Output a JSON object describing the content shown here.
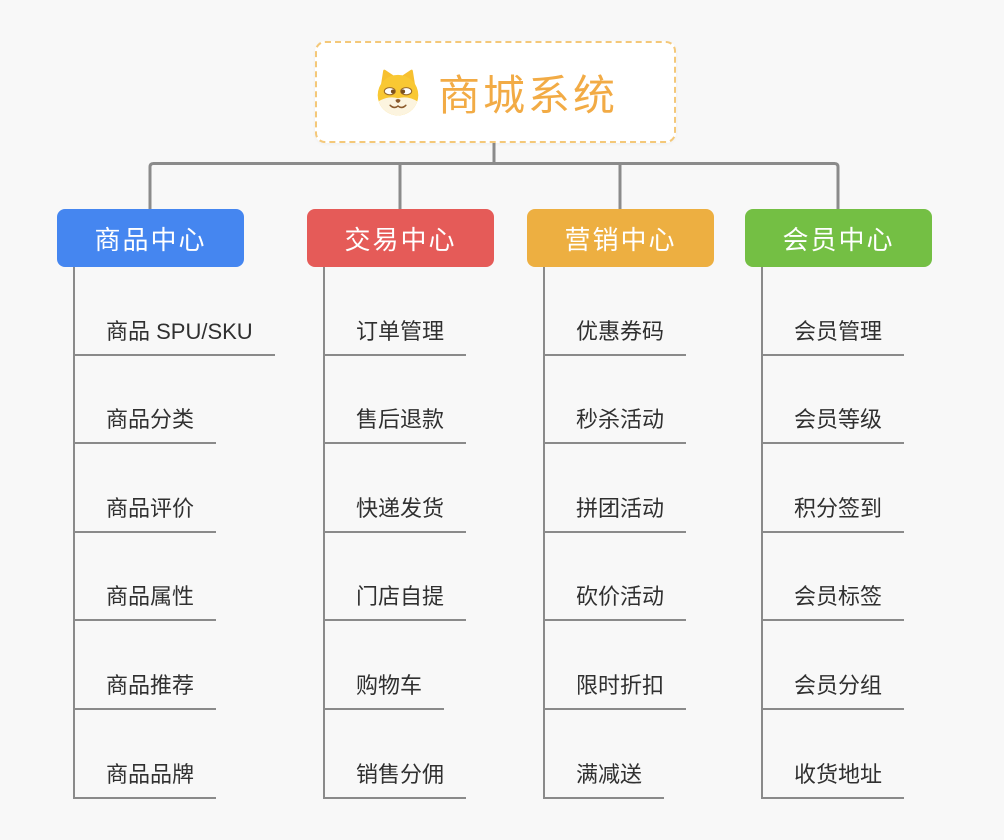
{
  "root": {
    "title": "商城系统",
    "icon": "doge-dog-icon"
  },
  "branches": [
    {
      "label": "商品中心",
      "color": "#4586F0",
      "children": [
        "商品 SPU/SKU",
        "商品分类",
        "商品评价",
        "商品属性",
        "商品推荐",
        "商品品牌"
      ]
    },
    {
      "label": "交易中心",
      "color": "#E55B58",
      "children": [
        "订单管理",
        "售后退款",
        "快递发货",
        "门店自提",
        "购物车",
        "销售分佣"
      ]
    },
    {
      "label": "营销中心",
      "color": "#EDAF41",
      "children": [
        "优惠券码",
        "秒杀活动",
        "拼团活动",
        "砍价活动",
        "限时折扣",
        "满减送"
      ]
    },
    {
      "label": "会员中心",
      "color": "#74BF44",
      "children": [
        "会员管理",
        "会员等级",
        "积分签到",
        "会员标签",
        "会员分组",
        "收货地址"
      ]
    }
  ],
  "colors": {
    "background": "#F8F8F8",
    "connector": "#8B8B8B",
    "root_border": "#F4C879",
    "root_title": "#F2AB45",
    "item_text": "#303030"
  }
}
